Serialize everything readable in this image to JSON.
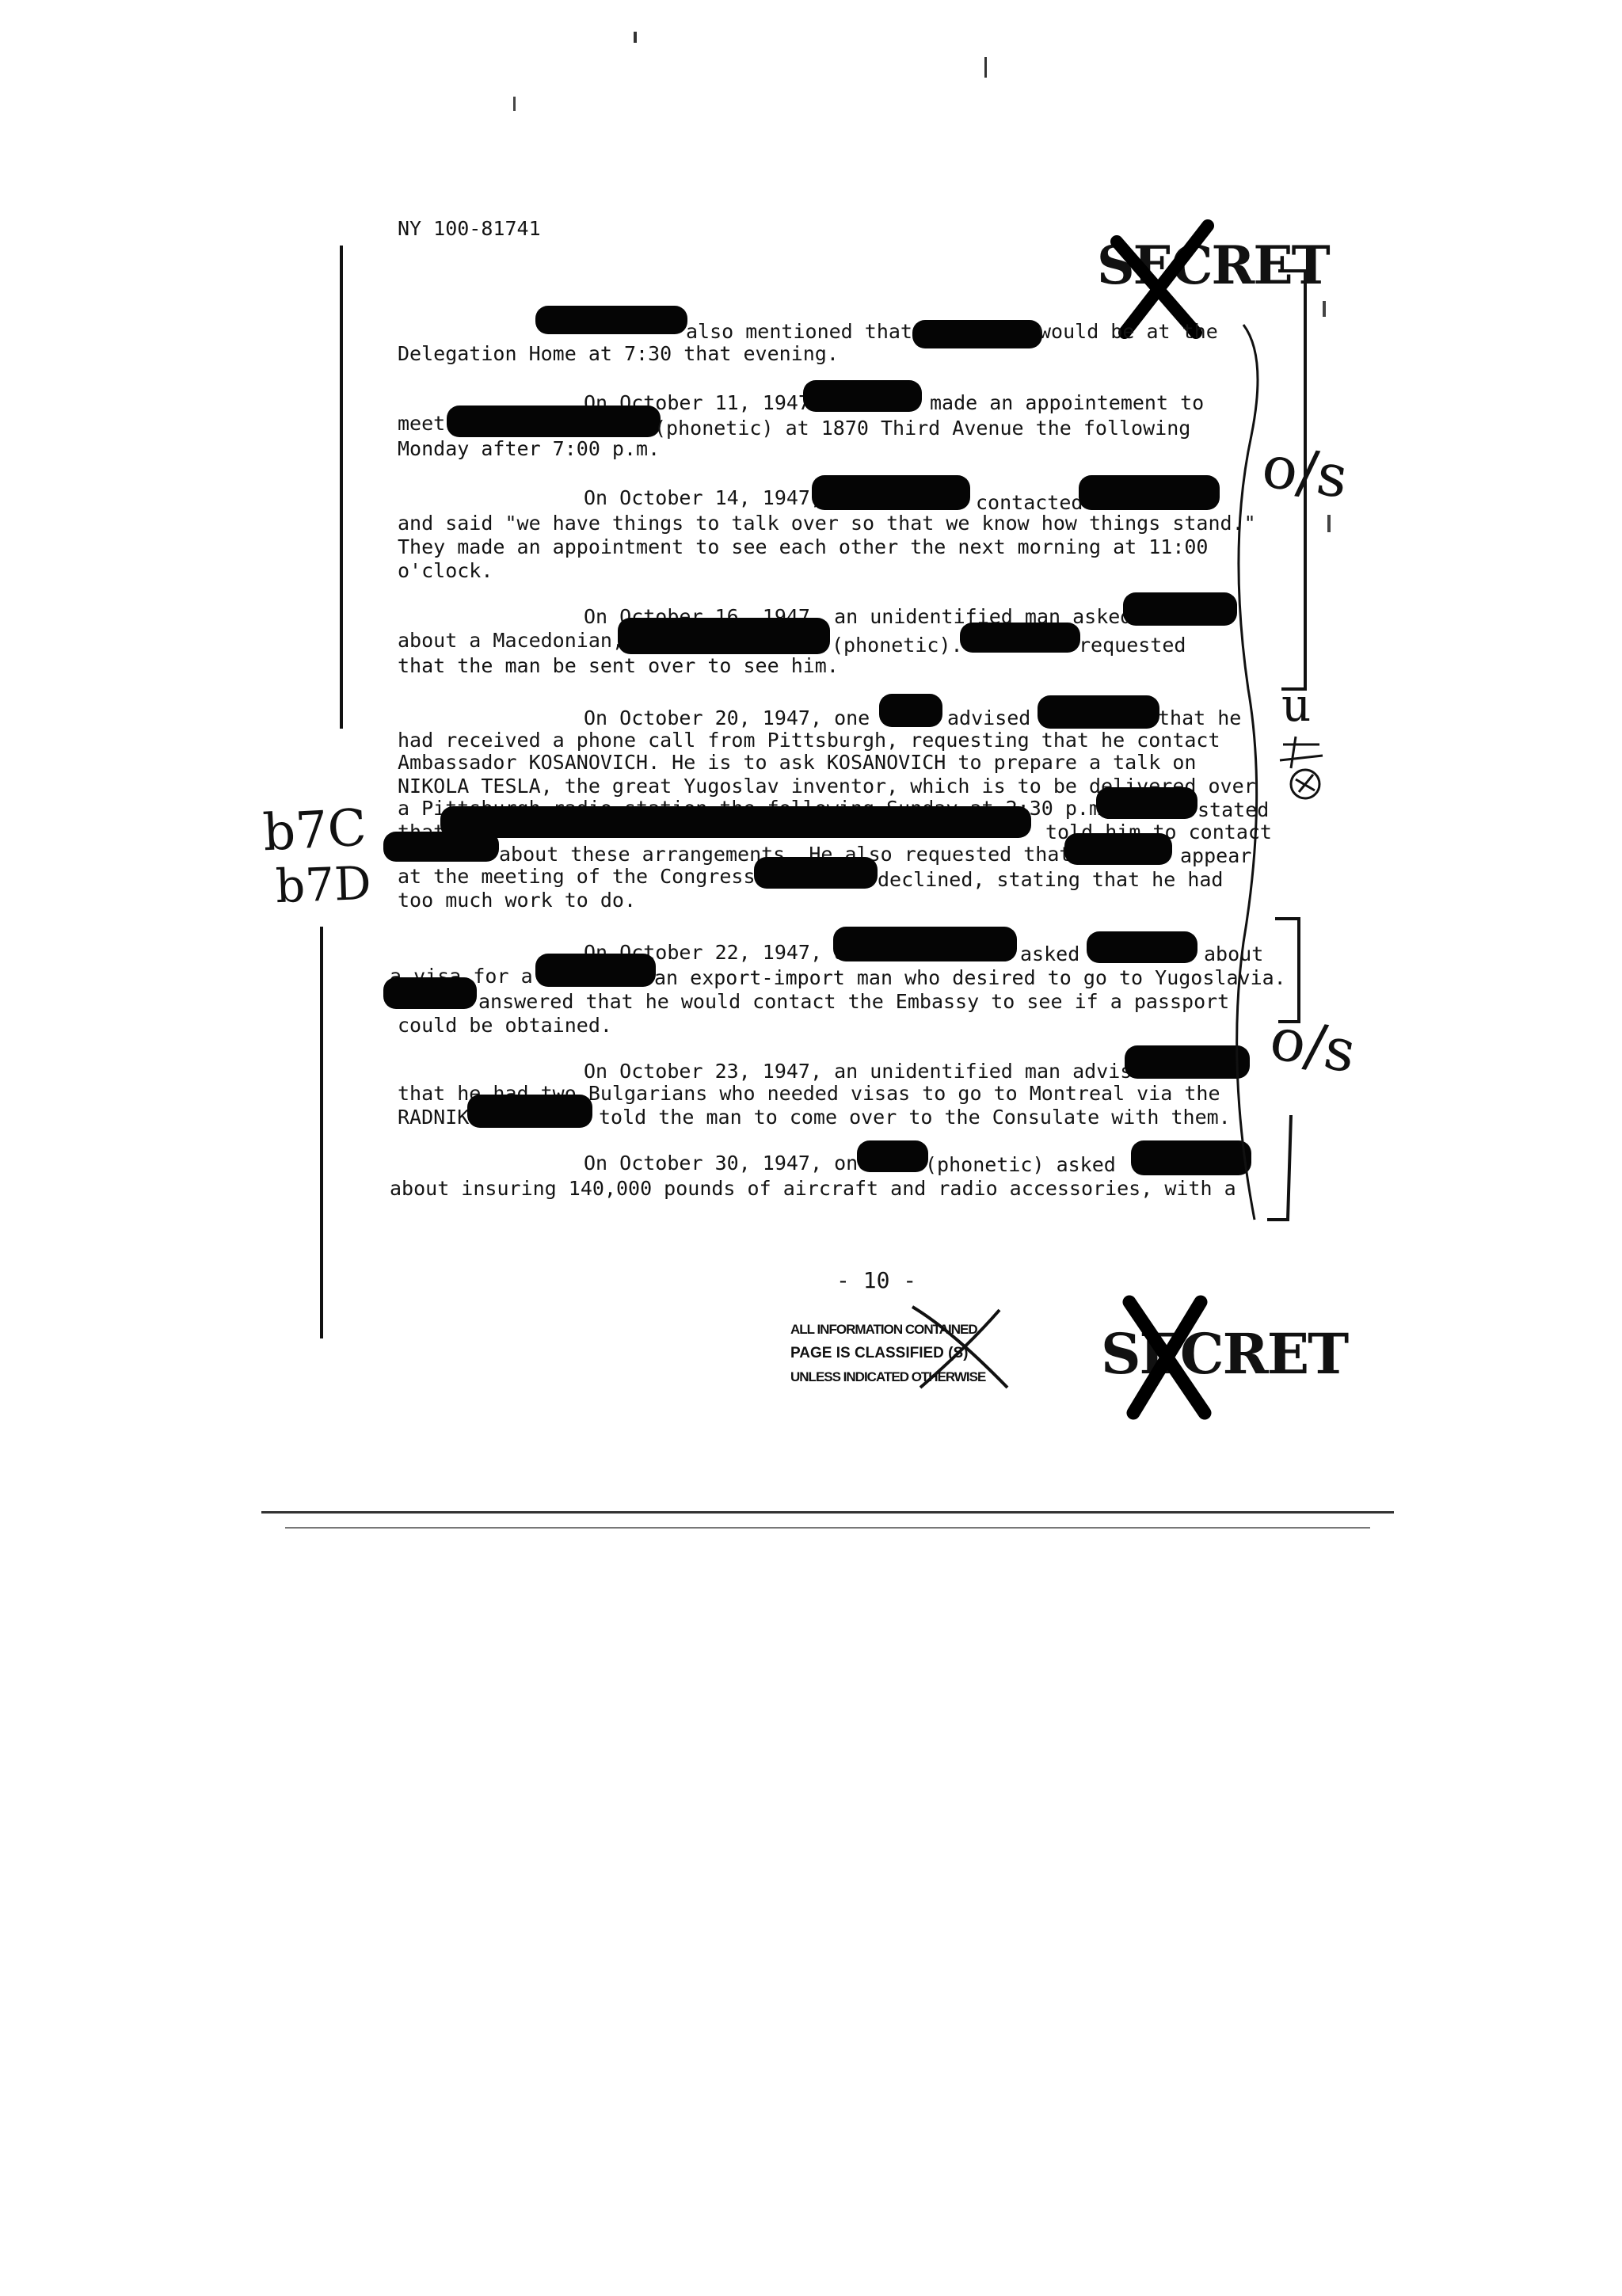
{
  "header": {
    "file_number": "NY 100-81741"
  },
  "classification": {
    "top": "SECRET",
    "bottom": "SECRET"
  },
  "paragraphs": {
    "p1": [
      "also mentioned that",
      "would be at the",
      "Delegation Home at 7:30 that evening."
    ],
    "p2": [
      "On October 11, 1947",
      "made an appointement to",
      "meet",
      "(phonetic) at 1870 Third Avenue the following",
      "Monday after 7:00 p.m."
    ],
    "p3": [
      "On October 14, 1947,",
      "contacted",
      "and said \"we have things to talk over so that we know how things stand.\"",
      "They made an appointment to see each other the next morning at 11:00",
      "o'clock."
    ],
    "p4": [
      "On October 16, 1947, an unidentified man asked",
      "about a Macedonian,",
      "(phonetic).",
      "requested",
      "that the man be sent over to see him."
    ],
    "p5": [
      "On October 20, 1947, one",
      "advised",
      "that he",
      "had received a phone call from Pittsburgh, requesting that he contact",
      "Ambassador KOSANOVICH. He is to ask KOSANOVICH to prepare a talk on",
      "NIKOLA TESLA, the great Yugoslav inventor, which is to be delivered over",
      "a Pittsburgh radio station the following Sunday at 2:30 p.m.",
      "stated",
      "that",
      "told him to contact",
      "about these arrangements. He also requested that",
      "appear",
      "at the meeting of the Congress.",
      "declined, stating that he had",
      "too much work to do."
    ],
    "p6": [
      "On October 22, 1947, a",
      "asked",
      "about",
      "a visa for a",
      "an export-import man who desired to go to Yugoslavia.",
      "answered that he would contact the Embassy to see if a passport",
      "could be obtained."
    ],
    "p7": [
      "On October 23, 1947, an unidentified man advised",
      "that he had two Bulgarians who needed visas to go to Montreal via the",
      "RADNIK.",
      "told the man to come over to the Consulate with them."
    ],
    "p8": [
      "On October 30, 1947, one",
      "(phonetic) asked",
      "about insuring 140,000 pounds of aircraft and radio accessories, with a"
    ]
  },
  "page_number": "- 10 -",
  "declass_stamp": [
    "ALL INFORMATION CONTAINED",
    "PAGE IS CLASSIFIED (S)",
    "UNLESS INDICATED OTHERWISE"
  ],
  "margin_notes": {
    "exemptions": [
      "b7C",
      "b7D"
    ],
    "os_top": "o/s",
    "u_note": "u",
    "os_bottom": "o/s"
  }
}
